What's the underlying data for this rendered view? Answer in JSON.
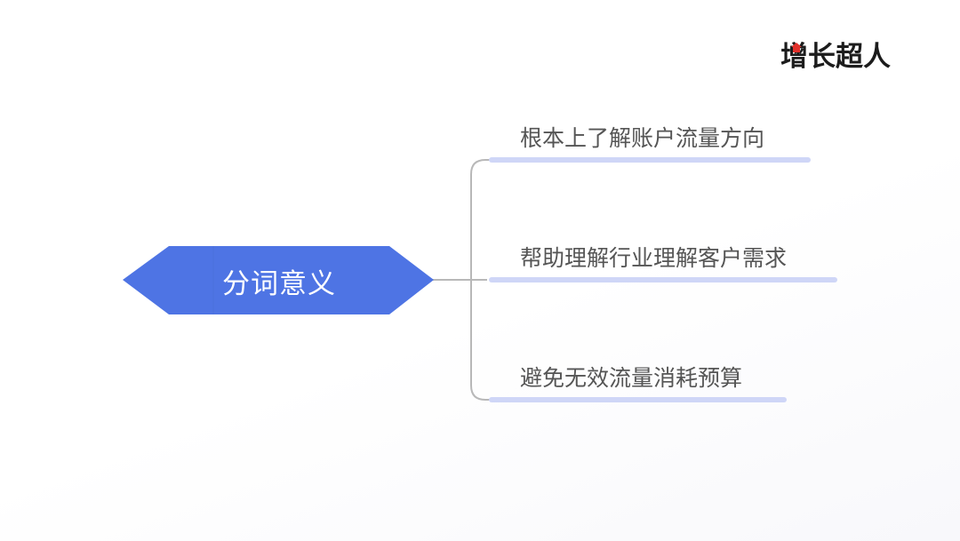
{
  "brand": {
    "logo_text": "增长超人",
    "accent_color": "#e1312b"
  },
  "diagram": {
    "central_topic": "分词意义",
    "central_color": "#4e74e4",
    "underline_color": "#cfd6f7",
    "connector_color": "#b8b8b8",
    "branches": [
      {
        "label": "根本上了解账户流量方向"
      },
      {
        "label": "帮助理解行业理解客户需求"
      },
      {
        "label": "避免无效流量消耗预算"
      }
    ]
  }
}
